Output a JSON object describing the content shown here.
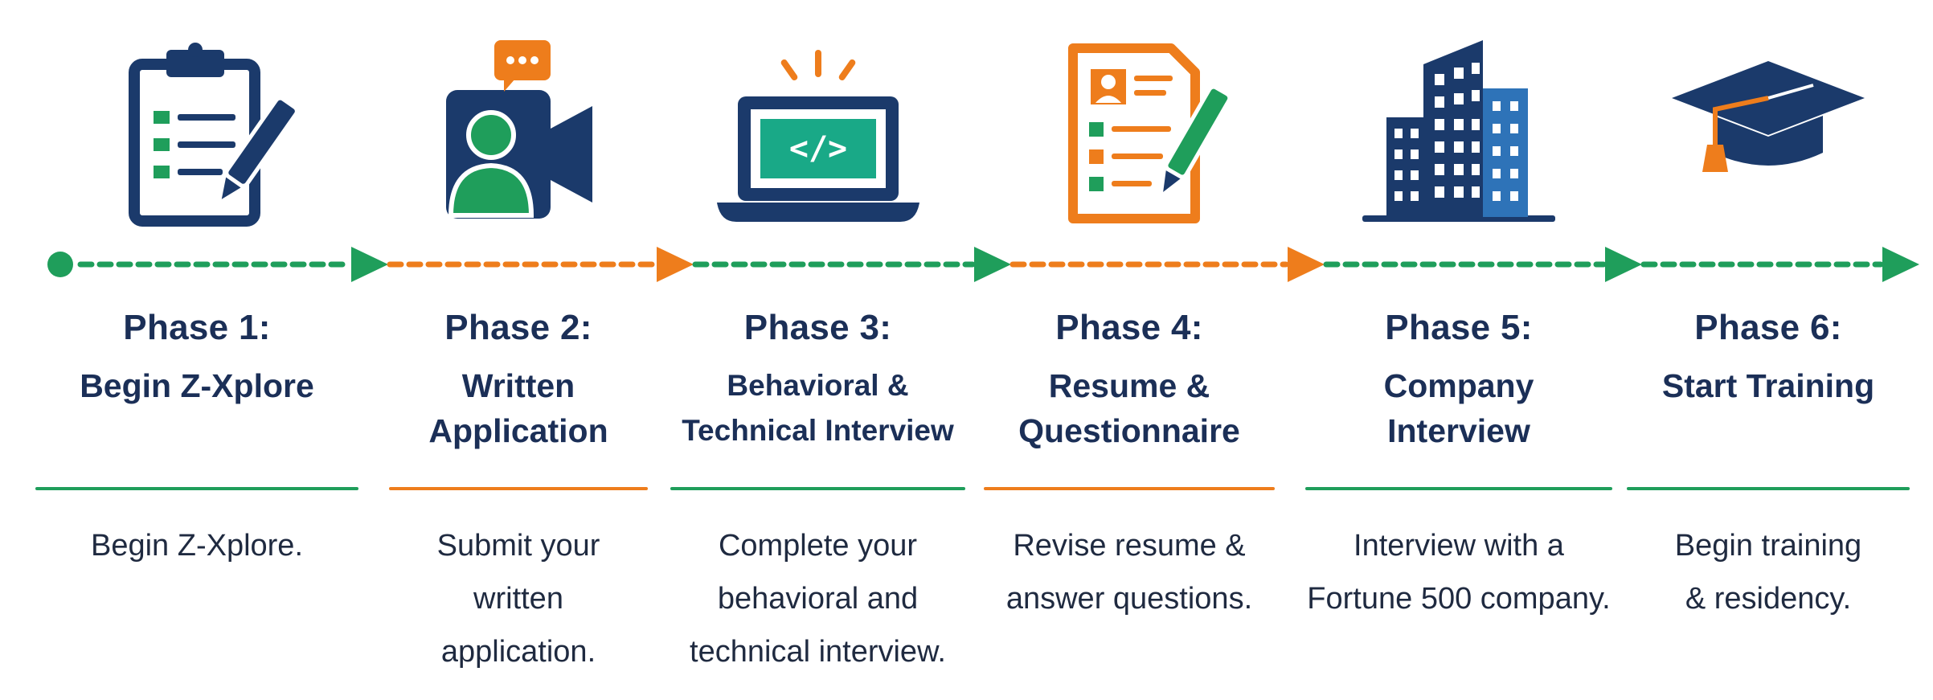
{
  "colors": {
    "green": "#1f9e5b",
    "orange": "#ee7d1c",
    "navy": "#1b3a6b",
    "teal": "#19a987",
    "text": "#1b2f57"
  },
  "phases": [
    {
      "label": "Phase 1:",
      "title": "Begin Z-Xplore",
      "description": "Begin Z-Xplore.",
      "icon": "clipboard-checklist-icon",
      "accent": "green"
    },
    {
      "label": "Phase 2:",
      "title": "Written\nApplication",
      "description": "Submit your\nwritten\napplication.",
      "icon": "video-interview-icon",
      "accent": "orange"
    },
    {
      "label": "Phase 3:",
      "title": "Behavioral &\nTechnical Interview",
      "description": "Complete your\nbehavioral and\ntechnical interview.",
      "icon": "laptop-code-icon",
      "accent": "green"
    },
    {
      "label": "Phase 4:",
      "title": "Resume &\nQuestionnaire",
      "description": "Revise resume &\nanswer questions.",
      "icon": "resume-document-icon",
      "accent": "orange"
    },
    {
      "label": "Phase 5:",
      "title": "Company\nInterview",
      "description": "Interview with a\nFortune 500 company.",
      "icon": "office-building-icon",
      "accent": "green"
    },
    {
      "label": "Phase 6:",
      "title": "Start Training",
      "description": "Begin training\n& residency.",
      "icon": "graduation-cap-icon",
      "accent": "green"
    }
  ]
}
